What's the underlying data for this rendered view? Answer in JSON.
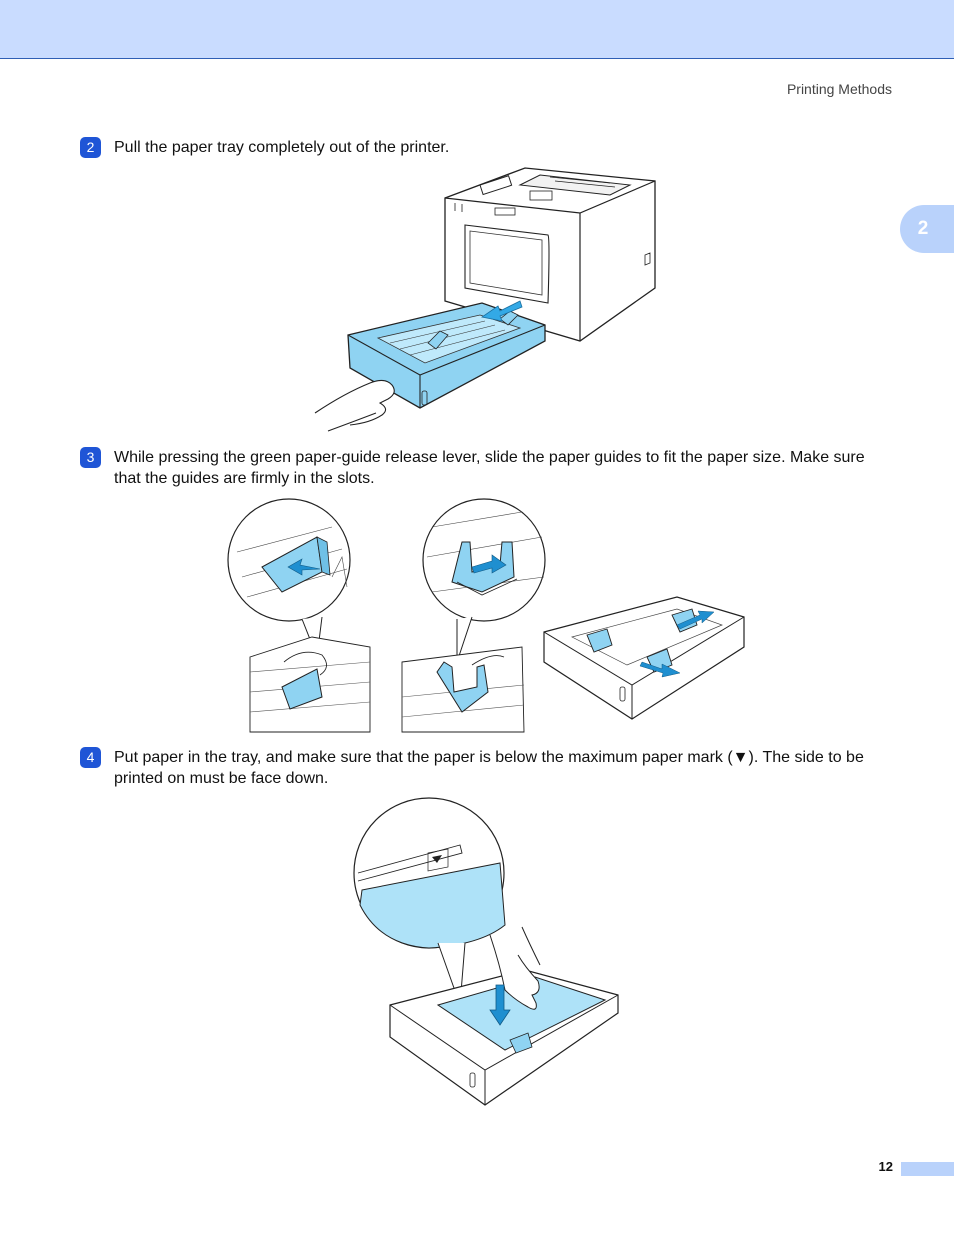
{
  "header": {
    "section_title": "Printing Methods"
  },
  "chapter_tab": "2",
  "steps": [
    {
      "number": "2",
      "text": "Pull the paper tray completely out of the printer."
    },
    {
      "number": "3",
      "text": "While pressing the green paper-guide release lever, slide the paper guides to fit the paper size. Make sure that the guides are firmly in the slots."
    },
    {
      "number": "4",
      "text": "Put paper in the tray, and make sure that the paper is below the maximum paper mark (▼). The side to be printed on must be face down."
    }
  ],
  "footer": {
    "page_number": "12"
  },
  "colors": {
    "header_band": "#c9dcff",
    "accent_blue": "#1f55d6",
    "tray_blue": "#8fd3f2",
    "paper_blue": "#aee2f8",
    "tab_blue": "#b9d2fb"
  }
}
